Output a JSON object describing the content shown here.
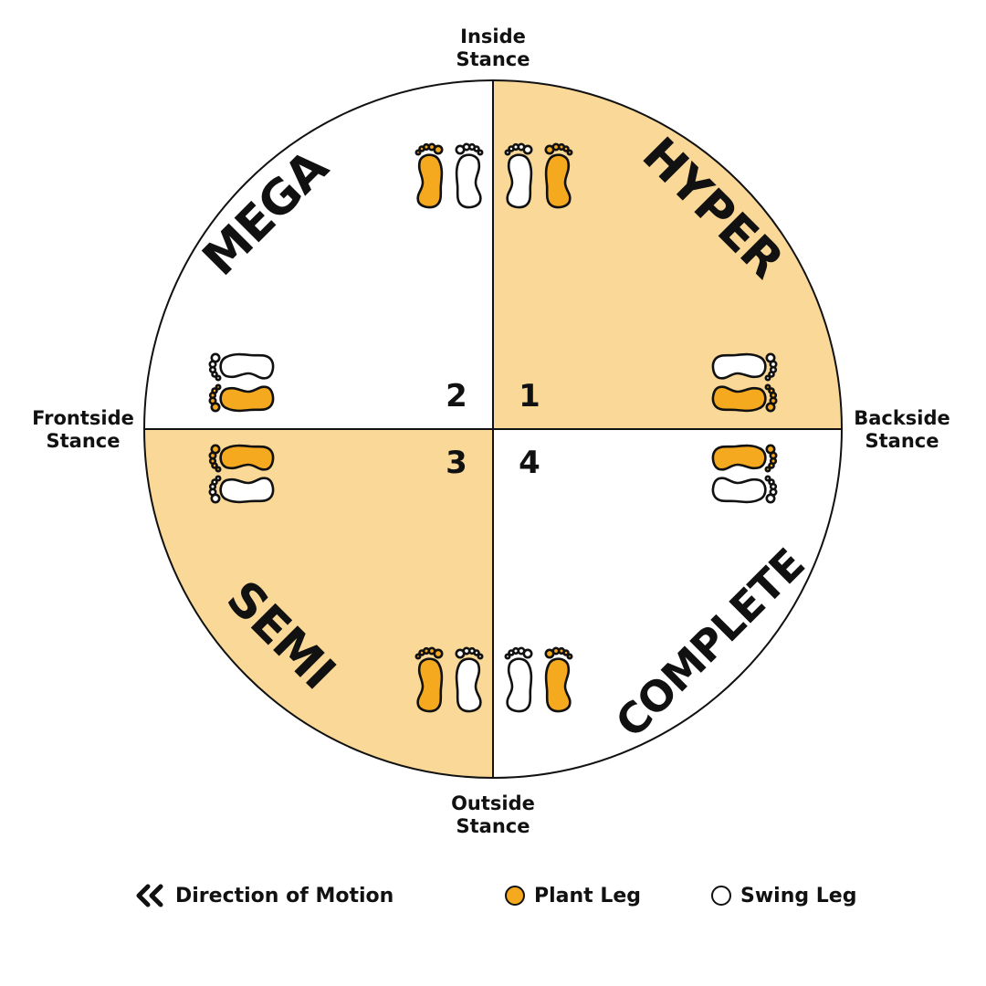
{
  "labels": {
    "top": [
      "Inside",
      "Stance"
    ],
    "bottom": [
      "Outside",
      "Stance"
    ],
    "left": [
      "Frontside",
      "Stance"
    ],
    "right": [
      "Backside",
      "Stance"
    ]
  },
  "quadrants": [
    {
      "number": "1",
      "name": "HYPER",
      "shaded": true
    },
    {
      "number": "2",
      "name": "MEGA",
      "shaded": false
    },
    {
      "number": "3",
      "name": "SEMI",
      "shaded": true
    },
    {
      "number": "4",
      "name": "COMPLETE",
      "shaded": false
    }
  ],
  "legend": {
    "direction": "Direction of Motion",
    "plant": "Plant Leg",
    "swing": "Swing Leg"
  },
  "colors": {
    "plant": "#F5A91E",
    "swing": "#FFFFFF",
    "shade": "#FAD998",
    "ink": "#111111"
  },
  "icons": {
    "direction": "double-chevron-left-icon",
    "foot": "foot-icon"
  }
}
